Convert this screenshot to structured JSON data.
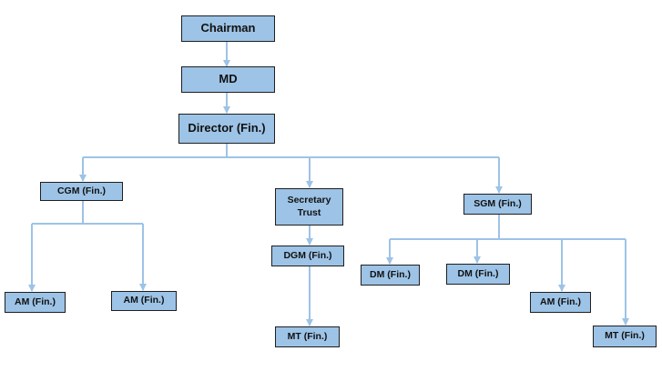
{
  "org_chart": {
    "colors": {
      "box_fill": "#9dc3e6",
      "box_border": "#1f1f1f",
      "connector": "#9dc3e6",
      "text": "#111111"
    },
    "nodes": {
      "chairman": "Chairman",
      "md": "MD",
      "director_fin": "Director (Fin.)",
      "cgm_fin": "CGM (Fin.)",
      "secretary_trust": "Secretary\nTrust",
      "sgm_fin": "SGM (Fin.)",
      "am_fin_1": "AM (Fin.)",
      "am_fin_2": "AM (Fin.)",
      "dgm_fin": "DGM (Fin.)",
      "mt_fin_1": "MT (Fin.)",
      "dm_fin_1": "DM (Fin.)",
      "dm_fin_2": "DM (Fin.)",
      "am_fin_3": "AM (Fin.)",
      "mt_fin_2": "MT (Fin.)"
    },
    "edges": [
      [
        "chairman",
        "md"
      ],
      [
        "md",
        "director_fin"
      ],
      [
        "director_fin",
        "cgm_fin"
      ],
      [
        "director_fin",
        "secretary_trust"
      ],
      [
        "director_fin",
        "sgm_fin"
      ],
      [
        "cgm_fin",
        "am_fin_1"
      ],
      [
        "cgm_fin",
        "am_fin_2"
      ],
      [
        "secretary_trust",
        "dgm_fin"
      ],
      [
        "dgm_fin",
        "mt_fin_1"
      ],
      [
        "sgm_fin",
        "dm_fin_1"
      ],
      [
        "sgm_fin",
        "dm_fin_2"
      ],
      [
        "sgm_fin",
        "am_fin_3"
      ],
      [
        "sgm_fin",
        "mt_fin_2"
      ]
    ]
  }
}
